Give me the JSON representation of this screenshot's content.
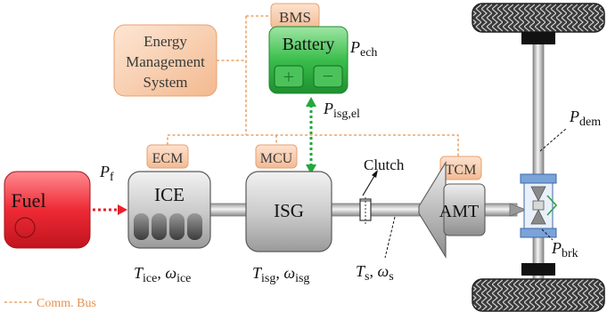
{
  "blocks": {
    "bms": "BMS",
    "battery": "Battery",
    "ems_line1": "Energy",
    "ems_line2": "Management",
    "ems_line3": "System",
    "ecm": "ECM",
    "mcu": "MCU",
    "tcm": "TCM",
    "fuel": "Fuel",
    "ice": "ICE",
    "isg": "ISG",
    "amt": "AMT",
    "clutch": "Clutch",
    "battery_plus": "+",
    "battery_minus": "−"
  },
  "symbols": {
    "p_ech": {
      "main": "P",
      "sub": "ech"
    },
    "p_isg_el": {
      "main": "P",
      "sub": "isg,el"
    },
    "p_f": {
      "main": "P",
      "sub": "f"
    },
    "p_dem": {
      "main": "P",
      "sub": "dem"
    },
    "p_brk": {
      "main": "P",
      "sub": "brk"
    },
    "t_ice": {
      "t": "T",
      "t_sub": "ice",
      "sep": ", ",
      "w": "ω",
      "w_sub": "ice"
    },
    "t_isg": {
      "t": "T",
      "t_sub": "isg",
      "sep": ", ",
      "w": "ω",
      "w_sub": "isg"
    },
    "t_s": {
      "t": "T",
      "t_sub": "s",
      "sep": ", ",
      "w": "ω",
      "w_sub": "s"
    }
  },
  "legend": {
    "comm_bus": "Comm. Bus"
  },
  "colors": {
    "comm_bus": "#e8904a",
    "controller_fill": "#f5c8a8",
    "battery_green": "#22a83c",
    "fuel_red": "#e8202a",
    "component_gray": "#c8c8c8",
    "brake_blue": "#7aa3d8"
  }
}
